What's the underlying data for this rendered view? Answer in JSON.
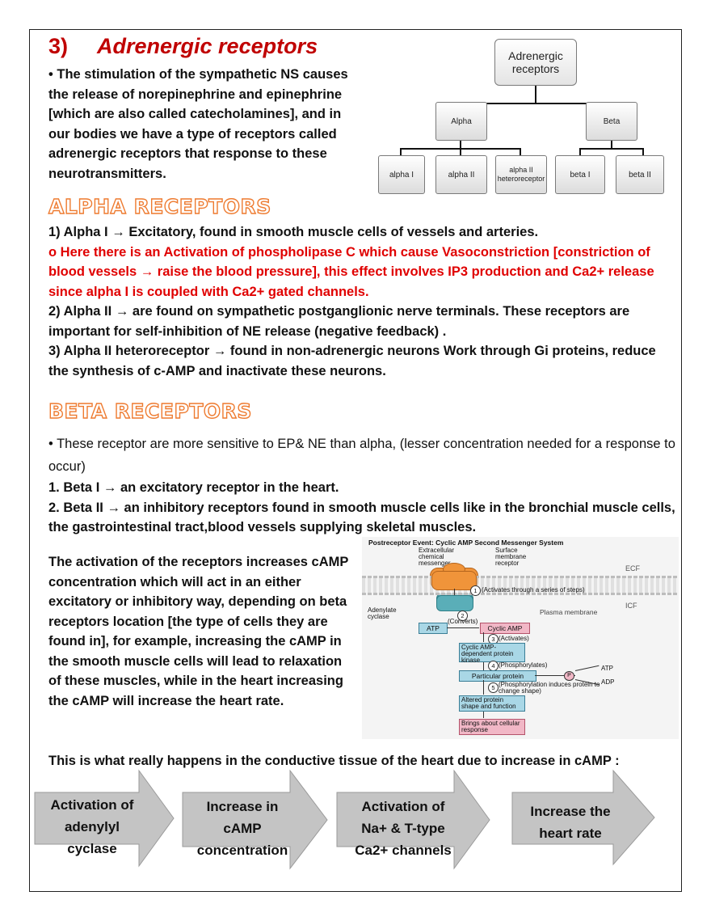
{
  "section": {
    "number": "3)",
    "title": "Adrenergic receptors"
  },
  "intro": "• The stimulation of the sympathetic NS causes the release of norepinephrine and epinephrine [which are also called catecholamines], and in our bodies we have a type of receptors called adrenergic receptors that response to these neurotransmitters.",
  "tree": {
    "root": "Adrenergic receptors",
    "alpha": "Alpha",
    "beta": "Beta",
    "leaves": [
      "alpha I",
      "alpha II",
      "alpha II heteroreceptor",
      "beta I",
      "beta II"
    ]
  },
  "alpha": {
    "heading": "ALPHA RECEPTORS",
    "item1": "1)  Alpha I → Excitatory, found in smooth muscle cells of vessels and arteries.",
    "item1_red": " o Here there is an Activation of phospholipase C which cause Vasoconstriction [constriction of blood vessels → raise the blood pressure], this effect involves IP3 production and Ca2+ release since alpha I is coupled with Ca2+ gated channels.",
    "item2": " 2) Alpha II → are found on sympathetic postganglionic nerve terminals. These receptors are important for self-inhibition of NE release (negative feedback) .",
    "item3": " 3) Alpha II heteroreceptor → found in non-adrenergic neurons Work through Gi proteins, reduce the synthesis of c-AMP and inactivate these neurons."
  },
  "beta": {
    "heading": "BETA RECEPTORS",
    "bullet": "• These receptor are more sensitive to EP& NE than alpha, (lesser concentration needed for a response to occur)",
    "item1": "1. Beta I → an excitatory receptor in the heart.",
    "item2": "2. Beta II → an inhibitory receptors found in smooth muscle cells like in the bronchial muscle cells, the gastrointestinal tract,blood vessels supplying skeletal muscles.",
    "camp_para": "The activation of the receptors increases cAMP concentration which will act in an either excitatory or inhibitory way, depending on beta receptors location [the type of cells they are found in], for example, increasing the cAMP in the smooth muscle cells will lead to relaxation of these muscles, while in the heart increasing the cAMP will increase the heart rate."
  },
  "camp_figure": {
    "title": "Postreceptor Event: Cyclic AMP Second Messenger System",
    "extracellular": "Extracellular chemical messenger",
    "receptor": "Surface membrane receptor",
    "ecf": "ECF",
    "icf": "ICF",
    "membrane": "Plasma membrane",
    "adenylate": "Adenylate cyclase",
    "step1": "(Activates through a series of steps)",
    "step2": "(Converts)",
    "atp": "ATP",
    "camp": "Cyclic AMP",
    "step3": "(Activates)",
    "kinase": "Cyclic AMP-dependent protein kinase",
    "step4": "(Phosphorylates)",
    "protein": "Particular protein",
    "p": "P",
    "atp2": "ATP",
    "adp": "ADP",
    "step5": "(Phosphorylation induces protein to change shape)",
    "altered": "Altered protein shape and function",
    "brings": "Brings about cellular response",
    "n1": "1",
    "n2": "2",
    "n3": "3",
    "n4": "4",
    "n5": "5"
  },
  "heart": {
    "intro": "This is what really happens in the conductive tissue of the heart due to increase in cAMP :",
    "steps": [
      [
        "Activation of",
        "adenylyl",
        "cyclase"
      ],
      [
        "Increase in",
        "cAMP",
        "concentration"
      ],
      [
        "Activation of",
        "Na+ & T-type",
        "Ca2+ channels"
      ],
      [
        "Increase the",
        "heart rate"
      ]
    ]
  }
}
